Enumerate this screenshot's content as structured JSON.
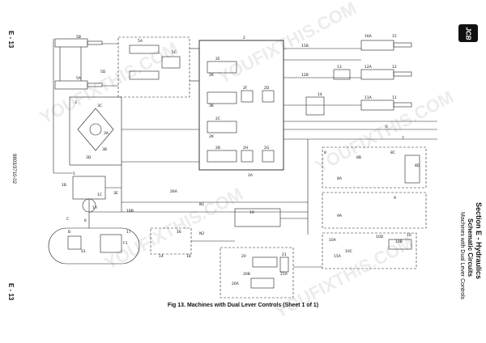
{
  "page_number_top": "E - 13",
  "page_number_bottom": "E - 13",
  "doc_code": "9803/3710-02",
  "section_title": "Section E - Hydraulics",
  "section_subtitle": "Schematic Circuits",
  "section_sub2": "Machines with Dual Lever Controls",
  "brand_logo": "JCB",
  "watermark": "YOUFIXTHIS.COM",
  "figure_caption": "Fig 13. Machines with Dual Lever Controls (Sheet 1 of 1)",
  "components": {
    "c5B": "5B",
    "c5A_left": "5A",
    "c5A_box": "5A",
    "c5D": "5D",
    "c5C": "5C",
    "c2": "2",
    "c2E": "2E",
    "c2K_a": "2K",
    "c2F": "2F",
    "c2D": "2D",
    "c3K": "3K",
    "c2C": "2C",
    "c2K_b": "2K",
    "c2B": "2B",
    "c2H": "2H",
    "c2G": "2G",
    "c2A": "2A",
    "c3": "3",
    "c3C": "3C",
    "c3A": "3A",
    "c3B": "3B",
    "c3D": "3D",
    "c1": "1",
    "c1B": "1B",
    "c1C": "1C",
    "c1A": "1A",
    "c3E": "3E",
    "c18B": "18B",
    "c26A": "26A",
    "cN1": "N1",
    "c19": "19",
    "cN2": "N2",
    "c20": "20",
    "c21": "21",
    "c20A": "20A",
    "c20B": "20B",
    "c21A": "21A",
    "c17": "17",
    "cF1": "F1",
    "cS1": "S1",
    "cC": "C",
    "cB": "B",
    "c6": "6",
    "c15B": "15B",
    "c16A": "16A",
    "c15": "15",
    "c12B": "12B",
    "c13": "13",
    "c12A": "12A",
    "c12": "12",
    "c14": "14",
    "c11A": "11A",
    "c11": "11",
    "c6b": "6",
    "c7": "7",
    "c8": "8",
    "c8B": "8B",
    "c8C": "8C",
    "c8A": "8A",
    "c8D": "8D",
    "c9": "9",
    "c9A": "9A",
    "c10": "10",
    "c10D": "10D",
    "c10B": "10B",
    "c10C": "10C",
    "c10A": "10A",
    "c15A": "15A",
    "c14b": "14",
    "c16": "16",
    "c18": "18"
  }
}
